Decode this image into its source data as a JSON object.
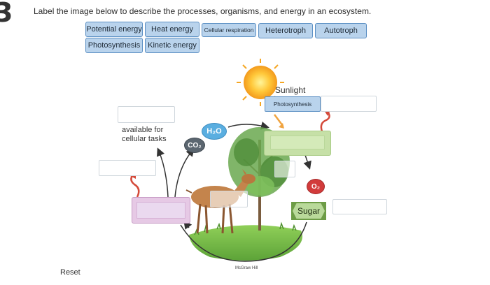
{
  "question_number": "3",
  "prompt": "Label the image below to describe the processes, organisms, and energy in an ecosystem.",
  "word_bank": [
    "Potential energy",
    "Heat energy",
    "Cellular respiration",
    "Heterotroph",
    "Autotroph",
    "Photosynthesis",
    "Kinetic energy"
  ],
  "diagram": {
    "sunlight_label": "Sunlight",
    "available_label": "available for\ncellular tasks",
    "h2o": "H₂O",
    "co2": "CO₂",
    "o2": "O₂",
    "sugar": "Sugar",
    "placed_label": "Photosynthesis",
    "copyright": "McGraw Hill"
  },
  "reset_label": "Reset",
  "colors": {
    "chip_fill": "#b9d3ec",
    "chip_border": "#5b8fc3",
    "sugar_fill": "#b9d99a",
    "o2_fill": "#d23b3b",
    "water_fill": "#5aaee0",
    "co2_fill": "#5b6670",
    "arrow_red": "#d44a3a",
    "arrow_orange": "#f0a440"
  }
}
